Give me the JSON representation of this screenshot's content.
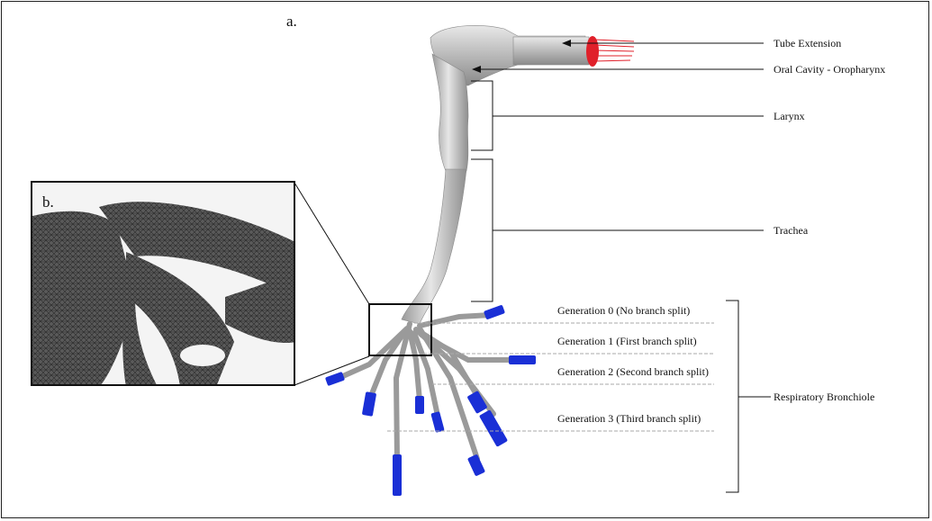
{
  "panels": {
    "a": "a.",
    "b": "b."
  },
  "labels": {
    "tube_extension": "Tube Extension",
    "oral_cavity": "Oral Cavity - Oropharynx",
    "larynx": "Larynx",
    "trachea": "Trachea",
    "respiratory_bronchiole": "Respiratory Bronchiole"
  },
  "generations": [
    "Generation 0 (No branch split)",
    "Generation 1 (First branch split)",
    "Generation 2 (Second branch split)",
    "Generation 3 (Third branch split)"
  ],
  "colors": {
    "airway": "#c9c9c9",
    "inlet": "#e0202a",
    "outlet": "#1a2fd6",
    "mesh": "#3a3a3a"
  }
}
